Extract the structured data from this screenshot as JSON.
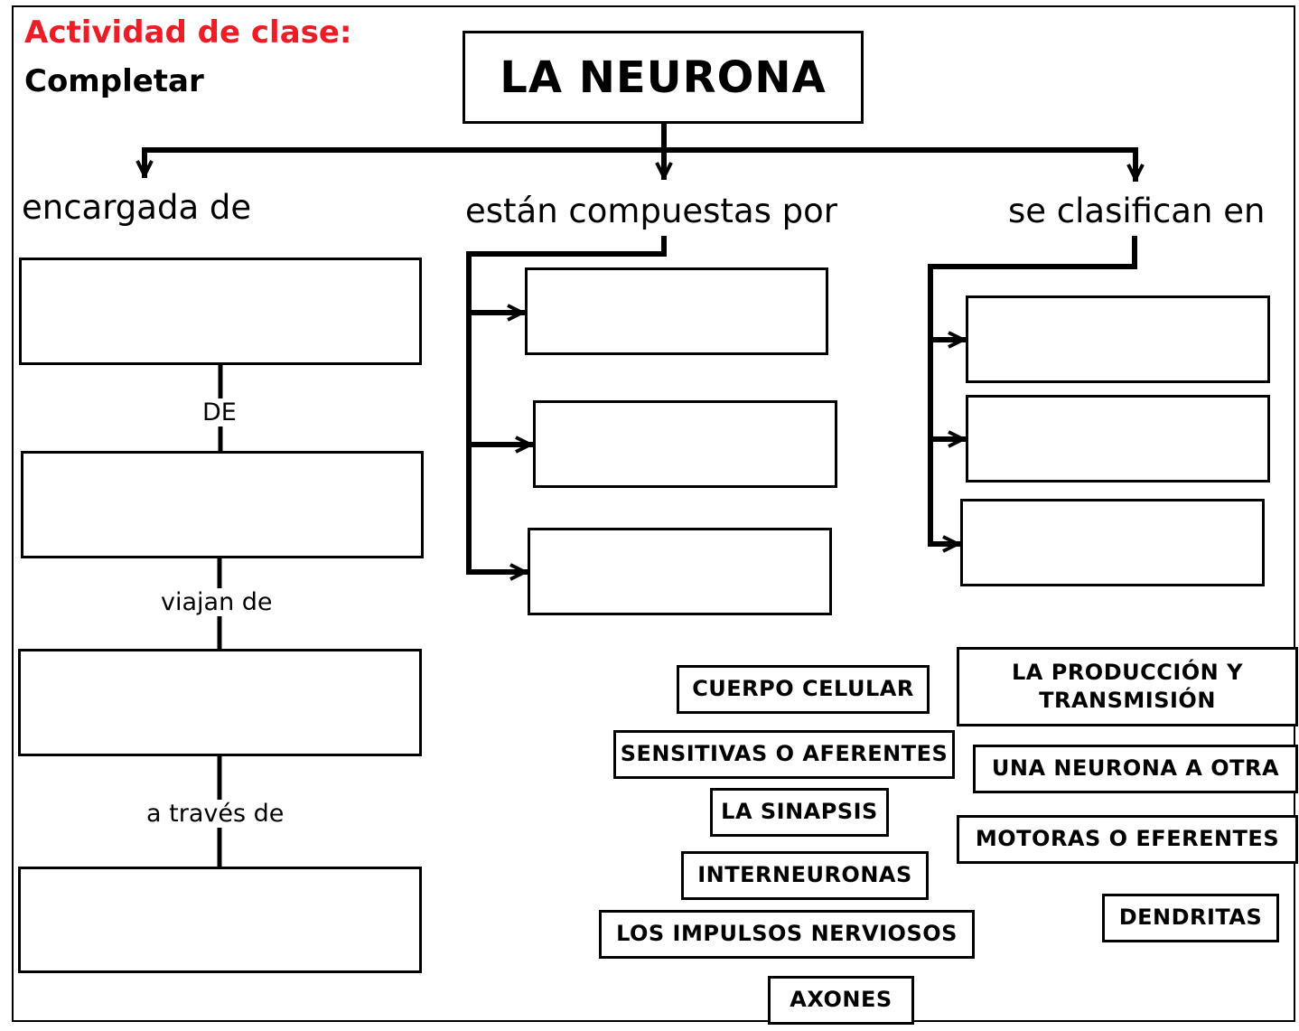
{
  "header": {
    "activity": "Actividad de clase:",
    "instruction": "Completar"
  },
  "root": {
    "title": "LA NEURONA"
  },
  "branches": {
    "left": "encargada de",
    "middle": "están compuestas por",
    "right": "se clasifican en"
  },
  "connectors": [
    "DE",
    "viajan de",
    "a través de"
  ],
  "answer_chips": [
    "CUERPO CELULAR",
    "LA PRODUCCIÓN Y TRANSMISIÓN",
    "SENSITIVAS O AFERENTES",
    "UNA NEURONA A OTRA",
    "LA SINAPSIS",
    "MOTORAS O EFERENTES",
    "INTERNEURONAS",
    "DENDRITAS",
    "LOS IMPULSOS NERVIOSOS",
    "AXONES"
  ]
}
